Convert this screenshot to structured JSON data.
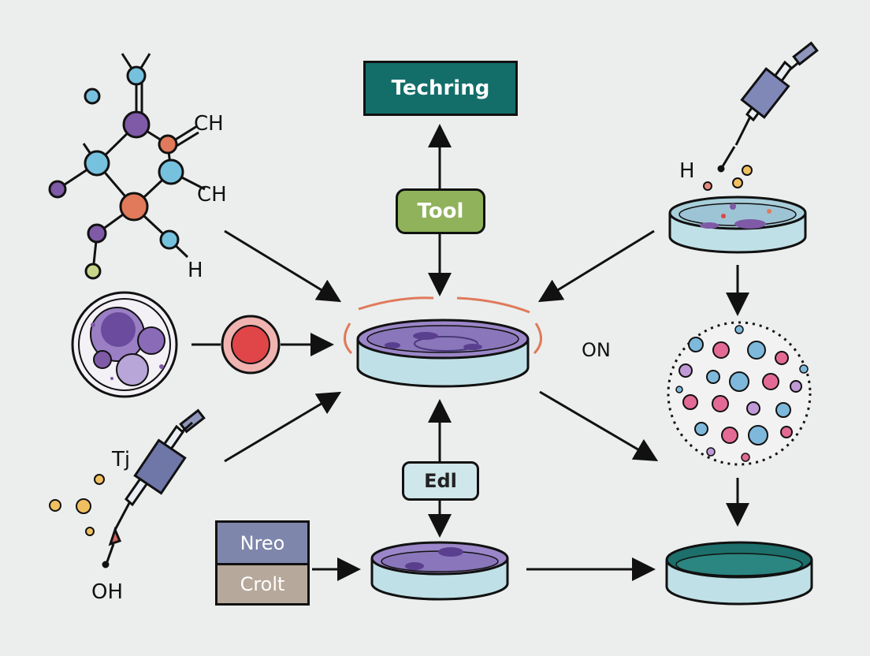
{
  "boxes": {
    "top": "Techring",
    "middle_top": "Tool",
    "middle_bottom": "Edl",
    "stack_top": "Nreo",
    "stack_bottom": "Crolt"
  },
  "molecule_labels": {
    "ch_upper": "CH",
    "ch_lower": "CH",
    "h_bottom": "H"
  },
  "text_labels": {
    "syringe_top_h": "H",
    "on": "ON",
    "tj": "Tj",
    "oh": "OH"
  },
  "icons": [
    "molecule-icon",
    "cell-icon",
    "red-cell-icon",
    "syringe-icon",
    "petri-dish-icon",
    "particle-cluster-icon"
  ],
  "colors": {
    "teal": "#136e6a",
    "green": "#8fb25a",
    "light_blue": "#cfe6ea",
    "slate": "#7e86ab",
    "taupe": "#b6a89a",
    "purple": "#7f5aa6",
    "red": "#e04548",
    "orange": "#e07a5a",
    "atom_blue": "#76c1de",
    "dish_blue": "#bfe0e6"
  }
}
